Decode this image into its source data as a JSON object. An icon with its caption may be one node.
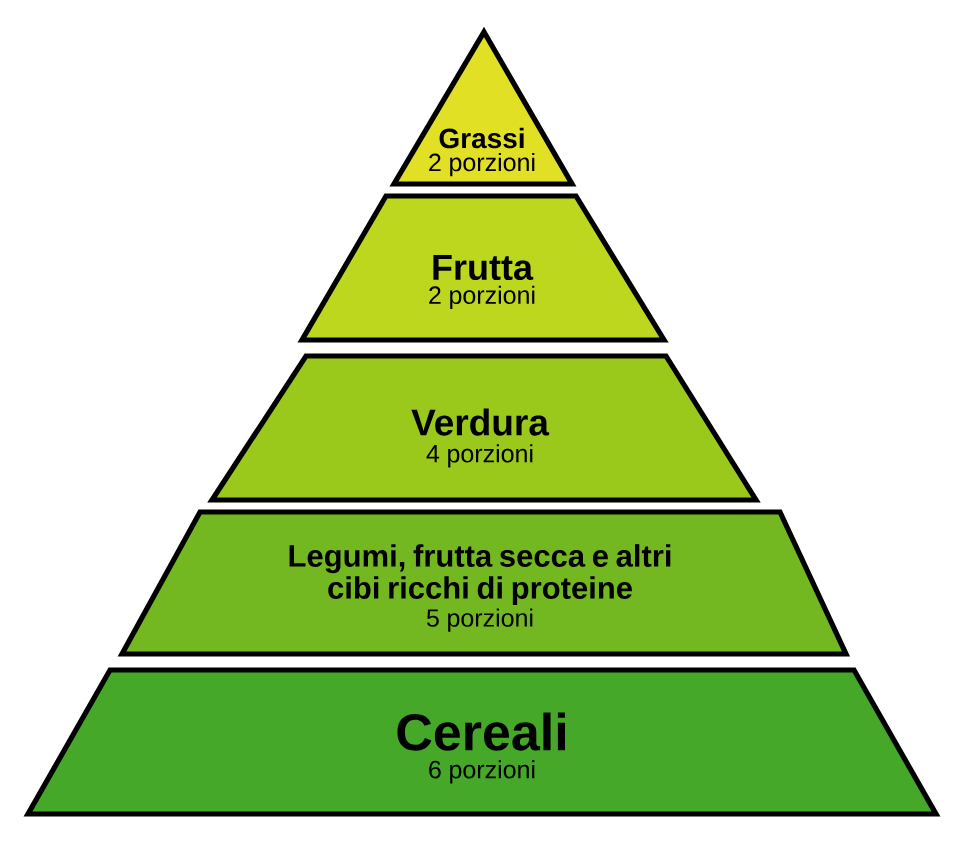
{
  "diagram": {
    "nodes": [
      {
        "text": [
          "Grassi",
          "2 porzioni"
        ]
      },
      {
        "text": [
          "Frutta",
          "2 porzioni"
        ]
      },
      {
        "text": [
          "Verdura",
          "4 porzioni"
        ]
      },
      {
        "text": [
          "Legumi, frutta secca e altri cibi ricchi di proteine",
          "5 porzioni"
        ]
      },
      {
        "text": [
          "Cereali",
          "6 porzioni"
        ]
      }
    ]
  }
}
